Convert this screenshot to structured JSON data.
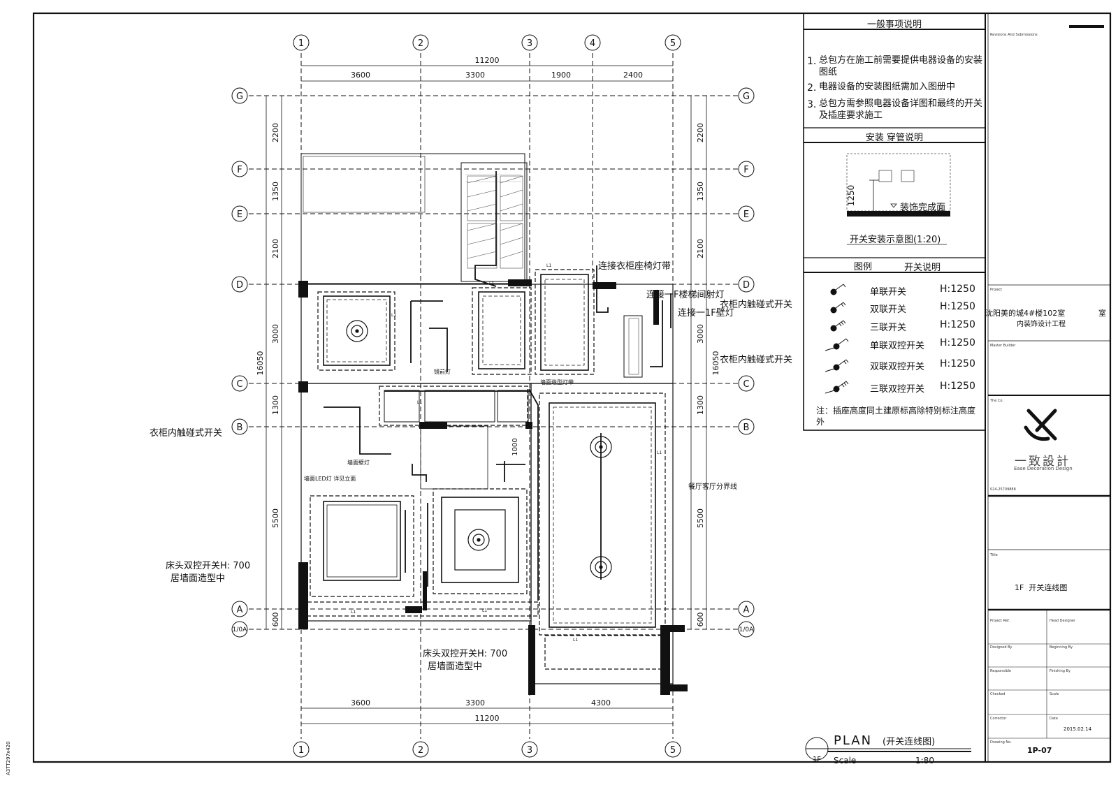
{
  "axes": {
    "x_labels": [
      "1",
      "2",
      "3",
      "4",
      "5"
    ],
    "y_labels": [
      "G",
      "F",
      "E",
      "D",
      "C",
      "B",
      "A",
      "1/0A"
    ]
  },
  "dims": {
    "top_total": "11200",
    "top_segments": [
      "3600",
      "3300",
      "1900",
      "2400"
    ],
    "left_segments": [
      "2200",
      "1350",
      "2100",
      "3000",
      "1300",
      "5500",
      "600"
    ],
    "left_total": "16050",
    "right_segments": [
      "2200",
      "1350",
      "2100",
      "3000",
      "1300",
      "5500",
      "600"
    ],
    "right_total": "16050",
    "bottom_segments": [
      "3600",
      "3300",
      "4300"
    ],
    "bottom_total": "11200",
    "side_1000": "1000"
  },
  "callouts": {
    "wardrobe_seat_strip": "连接衣柜座椅灯带",
    "stair_spot": "连接一F楼梯间射灯",
    "wall_lamp_1f": "连接一1F壁灯",
    "wardrobe_touch_1": "衣柜内触碰式开关",
    "wardrobe_touch_2": "衣柜内触碰式开关",
    "wardrobe_touch_left": "衣柜内触碰式开关",
    "bedhead_1_line1": "床头双控开关H: 700",
    "bedhead_1_line2": "居墙面造型中",
    "bedhead_2_line1": "床头双控开关H: 700",
    "bedhead_2_line2": "居墙面造型中",
    "dining_living_boundary": "餐厅客厅分界线",
    "mirror_lamp": "镜前灯",
    "wall_strip": "墙面造型灯带",
    "wall_sconce": "墙面壁灯",
    "wall_led": "墙面LED灯 详见立面",
    "l1": "L1"
  },
  "notes": {
    "title": "一般事项说明",
    "items": [
      {
        "num": "1.",
        "text": "总包方在施工前需要提供电器设备的安装图纸"
      },
      {
        "num": "2.",
        "text": "电器设备的安装图纸需加入图册中"
      },
      {
        "num": "3.",
        "text": "总包方需参照电器设备详图和最终的开关及插座要求施工"
      }
    ]
  },
  "install": {
    "title": "安装 穿管说明",
    "height": "1250",
    "finish_label": "装饰完成面",
    "caption": "开关安装示意图(1:20)"
  },
  "legend": {
    "col1": "图例",
    "col2": "开关说明",
    "items": [
      {
        "name": "单联开关",
        "height": "H:1250"
      },
      {
        "name": "双联开关",
        "height": "H:1250"
      },
      {
        "name": "三联开关",
        "height": "H:1250"
      },
      {
        "name": "单联双控开关",
        "height": "H:1250"
      },
      {
        "name": "双联双控开关",
        "height": "H:1250"
      },
      {
        "name": "三联双控开关",
        "height": "H:1250"
      }
    ],
    "note": "注：插座高度同土建原标高除特别标注高度外"
  },
  "titleblock": {
    "revisions": "Revisions And Submissions",
    "project_label": "Project",
    "project_name": "沈阳美的城4#楼102室",
    "project_sub": "内装饰设计工程",
    "room_suffix": "室",
    "master_builder": "Master Builder",
    "the_co": "The Co.",
    "logo_cn": "一致設計",
    "logo_en": "Ease Decoration Design",
    "phone": "024-25709888",
    "title_label": "Title",
    "drawing_title": "1F  开关连线图",
    "project_ref": "Project Ref.",
    "head_designer": "Head Designer",
    "designed_by": "Designed By",
    "beginning_by": "Beginning By",
    "responsible": "Responsible",
    "finishing_by": "Finishing By",
    "checked": "Checked",
    "scale_label": "Scale",
    "corrector": "Corrector",
    "date_label": "Date",
    "date": "2015.02.14",
    "drawing_no_label": "Drawing No.",
    "drawing_no": "1P-07"
  },
  "plan_title": {
    "circle": "1F",
    "title": "PLAN",
    "subtitle": "(开关连线图)",
    "scale_label": "Scale",
    "scale_value": "1:80"
  },
  "side_code": "A3TT297x420"
}
